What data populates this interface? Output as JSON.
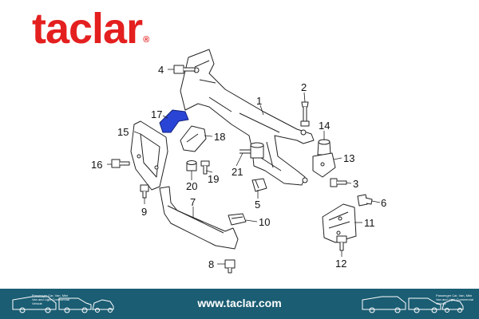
{
  "brand": {
    "name": "taclar",
    "registered_mark": "®",
    "color": "#e41f1f"
  },
  "callouts": [
    "1",
    "2",
    "3",
    "4",
    "5",
    "6",
    "7",
    "8",
    "9",
    "10",
    "11",
    "12",
    "13",
    "14",
    "15",
    "16",
    "17",
    "18",
    "19",
    "20",
    "21"
  ],
  "highlight_color": "#2a45d6",
  "footer": {
    "url": "www.taclar.com",
    "tagline": "Passenger Car, Van, Mini Van and Light Commercial Vehicle",
    "background": "#1b5d73"
  }
}
